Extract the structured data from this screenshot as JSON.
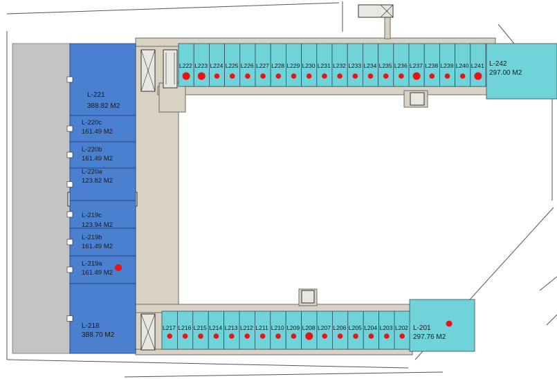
{
  "colors": {
    "west_wing": "#4b7fd0",
    "cyan_shop": "#6fd3d9",
    "parking": "#c4c4c4",
    "corridor": "#d9d2c3",
    "sold_dot": "#ee1111",
    "line": "#2b3b4b"
  },
  "west_units": [
    {
      "id": "L-221",
      "area": "388.82 M2",
      "dot": false
    },
    {
      "id": "L-220c",
      "area": "161.49 M2",
      "dot": false
    },
    {
      "id": "L-220b",
      "area": "161.49 M2",
      "dot": false
    },
    {
      "id": "L-220a",
      "area": "123.82 M2",
      "dot": false
    },
    {
      "id": "L-219c",
      "area": "123.94 M2",
      "dot": false
    },
    {
      "id": "L-219b",
      "area": "161.49 M2",
      "dot": false
    },
    {
      "id": "L-219a",
      "area": "161.49 M2",
      "dot": true
    },
    {
      "id": "L-218",
      "area": "388.70 M2",
      "dot": false
    }
  ],
  "north_units": [
    {
      "id": "L222",
      "dot": "big"
    },
    {
      "id": "L223",
      "dot": "big"
    },
    {
      "id": "L224",
      "dot": "small"
    },
    {
      "id": "L225",
      "dot": "small"
    },
    {
      "id": "L226",
      "dot": "small"
    },
    {
      "id": "L227",
      "dot": "small"
    },
    {
      "id": "L228",
      "dot": "small"
    },
    {
      "id": "L229",
      "dot": "small"
    },
    {
      "id": "L230",
      "dot": "small"
    },
    {
      "id": "L231",
      "dot": "small"
    },
    {
      "id": "L232",
      "dot": "small"
    },
    {
      "id": "L233",
      "dot": "small"
    },
    {
      "id": "L234",
      "dot": "small"
    },
    {
      "id": "L235",
      "dot": "small"
    },
    {
      "id": "L236",
      "dot": "small"
    },
    {
      "id": "L237",
      "dot": "big"
    },
    {
      "id": "L238",
      "dot": "small"
    },
    {
      "id": "L239",
      "dot": "small"
    },
    {
      "id": "L240",
      "dot": "small"
    },
    {
      "id": "L241",
      "dot": "big"
    }
  ],
  "north_anchor": {
    "id": "L-242",
    "area": "297.00 M2"
  },
  "south_units": [
    {
      "id": "L217",
      "dot": "small"
    },
    {
      "id": "L216",
      "dot": "small"
    },
    {
      "id": "L215",
      "dot": "small"
    },
    {
      "id": "L214",
      "dot": "small"
    },
    {
      "id": "L213",
      "dot": "small"
    },
    {
      "id": "L212",
      "dot": "small"
    },
    {
      "id": "L211",
      "dot": "small"
    },
    {
      "id": "L210",
      "dot": "small"
    },
    {
      "id": "L209",
      "dot": "small"
    },
    {
      "id": "L208",
      "dot": "big"
    },
    {
      "id": "L207",
      "dot": "small"
    },
    {
      "id": "L206",
      "dot": "small"
    },
    {
      "id": "L205",
      "dot": "small"
    },
    {
      "id": "L204",
      "dot": "small"
    },
    {
      "id": "L203",
      "dot": "small"
    },
    {
      "id": "L202",
      "dot": "small"
    }
  ],
  "south_anchor": {
    "id": "L-201",
    "area": "297.76 M2",
    "dot": true
  }
}
